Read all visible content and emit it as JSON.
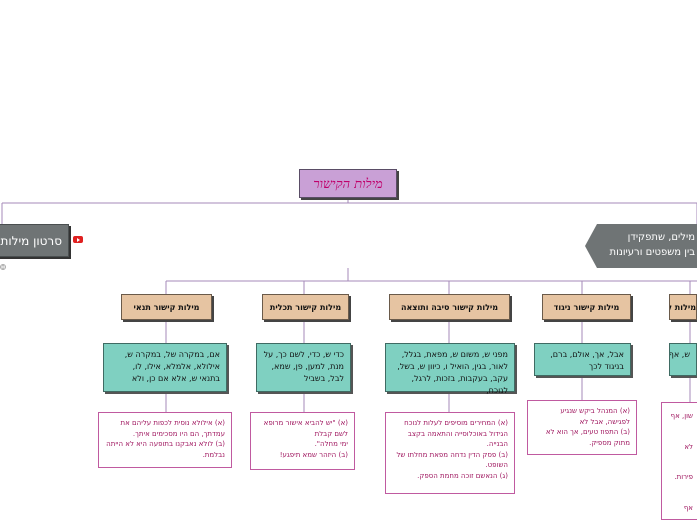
{
  "root": {
    "title": "מילות הקישור"
  },
  "side_left": {
    "label": "סרטון מילות"
  },
  "side_right": {
    "line1": "מילים, שתפקידן",
    "line2": "בין משפטים ורעיונות"
  },
  "icons": {
    "video": "youtube-icon",
    "collapse": "collapse-indicator-icon"
  },
  "colors": {
    "root": "#c9a0d6",
    "root_text": "#c0006a",
    "category": "#e6c4a2",
    "words": "#7fd0c1",
    "example_border": "#c05aa0",
    "example_text": "#a01860",
    "side": "#6f7475"
  },
  "categories": [
    {
      "head": "מילות קישור תנאי",
      "words": "אם, במקרה של, במקרה ש, אילולא, אלמלא, אילו, לו, בתנאי ש, אלא אם כן, ולא",
      "examples": [
        "(א) אילולא נוסית לכפות עליהם את עמדתך, הם היו מסכימים איתך.",
        "(ב) לולא נאבקנו בתופעה היא לא הייתה נבלמת."
      ]
    },
    {
      "head": "מילות קישור תכלית",
      "words": "כדי ש, כדי, לשם כך, על מנת, למען, פן, שמא, לבל, בשביל",
      "examples": [
        "(א) \"יש להביא אישור מרופא לשם קבלת",
        "ימי מחלה\".",
        "(ב) היזהר שמא תיפגע!"
      ]
    },
    {
      "head": "מילות קישור סיבה ותוצאה",
      "words": "מפני ש, משום ש, מפאת, בגלל, לאור, בגין, הואיל ו, כיוון ש, בשל, עקב, בעקבות, בזכות, לרגל, לנוכח,",
      "examples": [
        "(א) המחירים מוסיפים לעלות לנוכח הגידול באוכלוסייה והתאמה בקצב הבנייה.",
        "(ב) פסק הדין נדחה מפאת מחלתו של השופט.",
        "(ג) הנאשם זוכה מחמת הספק."
      ]
    },
    {
      "head": "מילות קישור ניגוד",
      "words": "אבל, אך, אולם, ברם, בניגוד לכך",
      "examples": [
        "(א) המנהל ביקש שנגיע לפגישה, אבל לא",
        "(ב) התפוז טעים, אך הוא לא מתוק מספיק."
      ]
    },
    {
      "head": "מילות קישור",
      "words": "ש, אף",
      "examples": [
        "שון, אף",
        "לא",
        "פירות.",
        "אף"
      ]
    }
  ]
}
